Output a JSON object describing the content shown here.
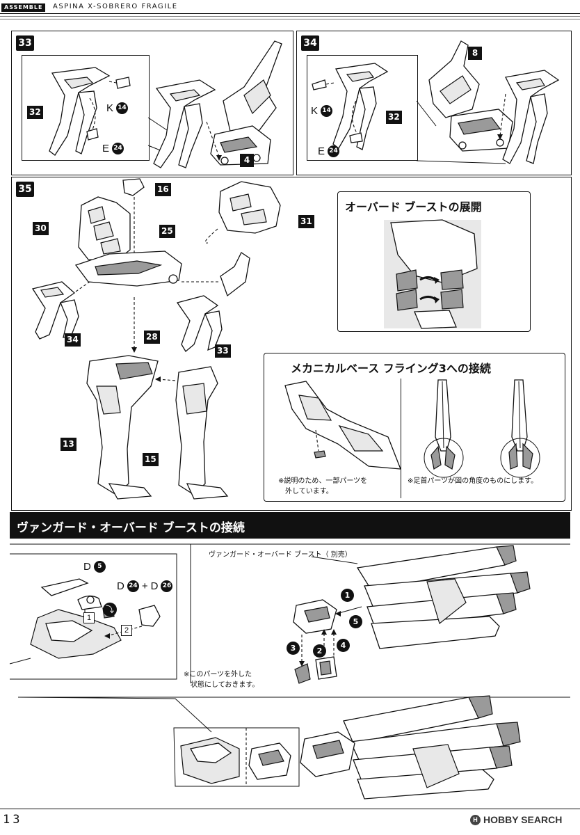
{
  "header": {
    "tag": "ASSEMBLE",
    "title": "ASPINA  X-SOBRERO FRAGILE"
  },
  "step33": {
    "number": "33",
    "parts": {
      "p32": "32",
      "p4": "4"
    },
    "runners": [
      {
        "letter": "K",
        "num": "14"
      },
      {
        "letter": "E",
        "num": "24"
      }
    ]
  },
  "step34": {
    "number": "34",
    "parts": {
      "p8": "8",
      "p32": "32"
    },
    "runners": [
      {
        "letter": "K",
        "num": "14"
      },
      {
        "letter": "E",
        "num": "24"
      }
    ]
  },
  "step35": {
    "number": "35",
    "parts": {
      "p16": "16",
      "p30": "30",
      "p25": "25",
      "p31": "31",
      "p34": "34",
      "p28": "28",
      "p33": "33",
      "p13": "13",
      "p15": "15"
    }
  },
  "overboost_box": {
    "title": "オーバード ブーストの展開"
  },
  "mechanical_box": {
    "title": "メカニカルベース フライング3への接続",
    "note_left": [
      "※説明のため、一部パーツを",
      "外しています。"
    ],
    "note_right": "※足首パーツが図の角度のものにします。"
  },
  "section": {
    "title": "ヴァンガード・オーバード ブーストの接続"
  },
  "vanguard": {
    "runner_d5": {
      "letter": "D",
      "num": "5"
    },
    "runner_d24": {
      "letter": "D",
      "num": "24"
    },
    "plus": "+",
    "runner_d26": {
      "letter": "D",
      "num": "26"
    },
    "sq1": "1",
    "sq2": "2",
    "product_label": "ヴァンガード・オーバード ブースト（ 別売）",
    "steps": [
      "1",
      "2",
      "3",
      "4",
      "5"
    ],
    "remove_note": [
      "※このパーツを外した",
      "状態にしておきます。"
    ]
  },
  "footer": {
    "page": "13",
    "watermark": "HOBBY SEARCH",
    "watermark_icon": "H"
  }
}
